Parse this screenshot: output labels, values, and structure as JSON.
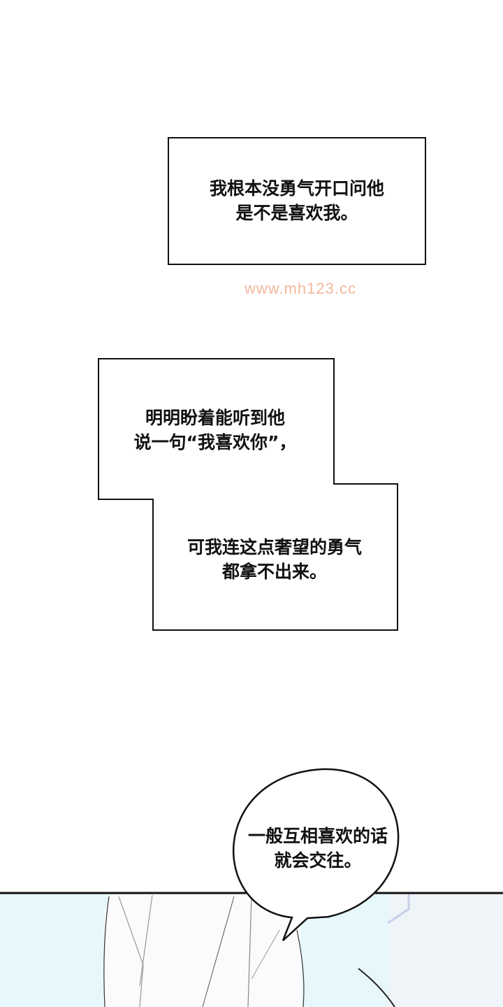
{
  "captions": [
    {
      "lines": [
        "我根本没勇气开口问他",
        "是不是喜欢我。"
      ]
    },
    {
      "lines": [
        "明明盼着能听到他",
        "说一句“我喜欢你”，"
      ]
    },
    {
      "lines": [
        "可我连这点奢望的勇气",
        "都拿不出来。"
      ]
    }
  ],
  "speech_bubble": {
    "lines": [
      "一般互相喜欢的话",
      "就会交往。"
    ]
  },
  "watermark": "www.mh123.cc",
  "colors": {
    "sky": "#e6f8fc",
    "line": "#111111",
    "watermark": "#f0a080"
  }
}
